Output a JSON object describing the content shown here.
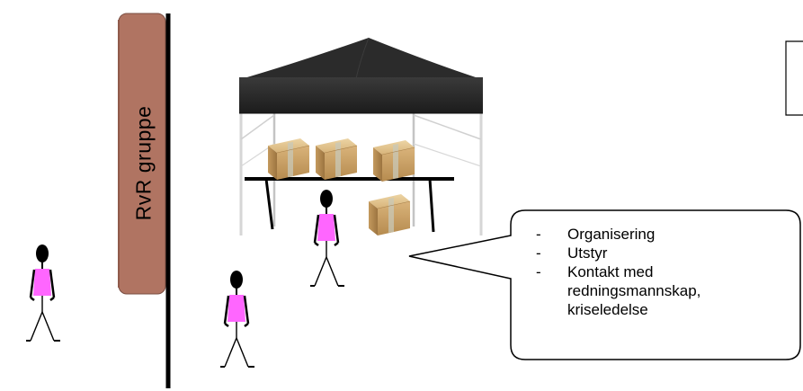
{
  "banner": {
    "label": "RvR gruppe",
    "color": "#b07462"
  },
  "callout": {
    "items": [
      {
        "dash": "-",
        "text": "Organisering"
      },
      {
        "dash": "-",
        "text": "Utstyr"
      },
      {
        "dash": "-",
        "text": "Kontakt med\nredningsmannskap,\nkriseledelse"
      }
    ]
  },
  "colors": {
    "figure_shirt": "#ff66ff",
    "tent_canopy": "#2b2b2b",
    "box": "#d9b57a"
  },
  "icons": {
    "tent": "tent-icon",
    "box": "cardboard-box-icon",
    "person": "stick-figure-icon"
  }
}
